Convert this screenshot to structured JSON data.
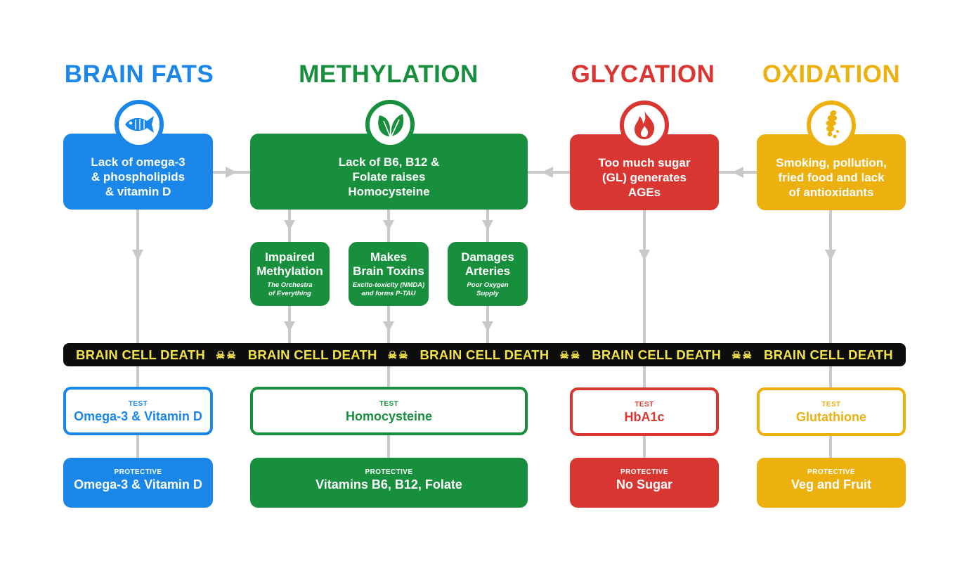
{
  "colors": {
    "blue": "#1a87e8",
    "green": "#178f3d",
    "red": "#d93632",
    "yellow": "#ecb00f",
    "connector": "#c9c9c9",
    "banner_text": "#f2e34a"
  },
  "columns": [
    {
      "title": "BRAIN FATS",
      "icon": "fish-icon",
      "cause": [
        "Lack of omega-3",
        "& phospholipids",
        "& vitamin D"
      ],
      "test_label": "TEST",
      "test_value": "Omega-3 & Vitamin D",
      "protective_label": "PROTECTIVE",
      "protective_value": "Omega-3 & Vitamin D"
    },
    {
      "title": "METHYLATION",
      "icon": "leaf-icon",
      "cause": [
        "Lack of B6, B12 &",
        "Folate raises",
        "Homocysteine"
      ],
      "test_label": "TEST",
      "test_value": "Homocysteine",
      "protective_label": "PROTECTIVE",
      "protective_value": "Vitamins B6, B12, Folate"
    },
    {
      "title": "GLYCATION",
      "icon": "flame-icon",
      "cause": [
        "Too much sugar",
        "(GL) generates",
        "AGEs"
      ],
      "test_label": "TEST",
      "test_value": "HbA1c",
      "protective_label": "PROTECTIVE",
      "protective_value": "No Sugar"
    },
    {
      "title": "OXIDATION",
      "icon": "smoke-icon",
      "cause": [
        "Smoking, pollution,",
        "fried food and lack",
        "of antioxidants"
      ],
      "test_label": "TEST",
      "test_value": "Glutathione",
      "protective_label": "PROTECTIVE",
      "protective_value": "Veg and Fruit"
    }
  ],
  "effects": [
    {
      "title": [
        "Impaired",
        "Methylation"
      ],
      "note": [
        "The Orchestra",
        "of Everything"
      ]
    },
    {
      "title": [
        "Makes",
        "Brain Toxins"
      ],
      "note": [
        "Excito-toxicity (NMDA)",
        "and forms P-TAU"
      ]
    },
    {
      "title": [
        "Damages",
        "Arteries"
      ],
      "note": [
        "Poor Oxygen",
        "Supply"
      ]
    }
  ],
  "banner": {
    "text": "BRAIN CELL DEATH",
    "skulls": "☠☠"
  }
}
